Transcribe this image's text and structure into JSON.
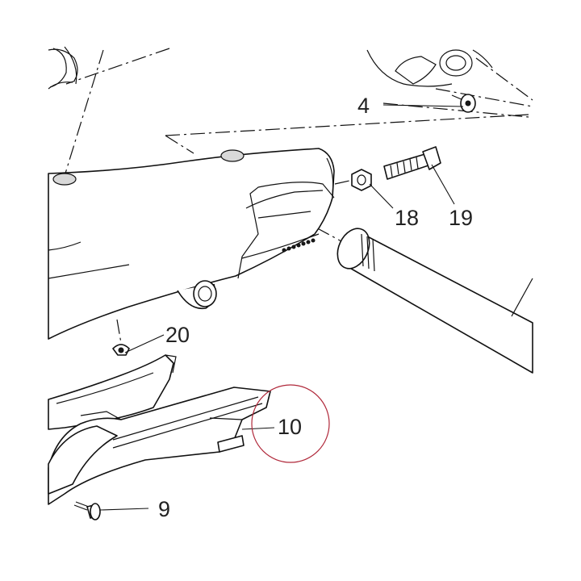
{
  "diagram": {
    "callouts": {
      "p4": "4",
      "p9": "9",
      "p10": "10",
      "p18": "18",
      "p19": "19",
      "p20": "20"
    },
    "highlight_color": "#b0283a",
    "line_color": "#111111"
  }
}
